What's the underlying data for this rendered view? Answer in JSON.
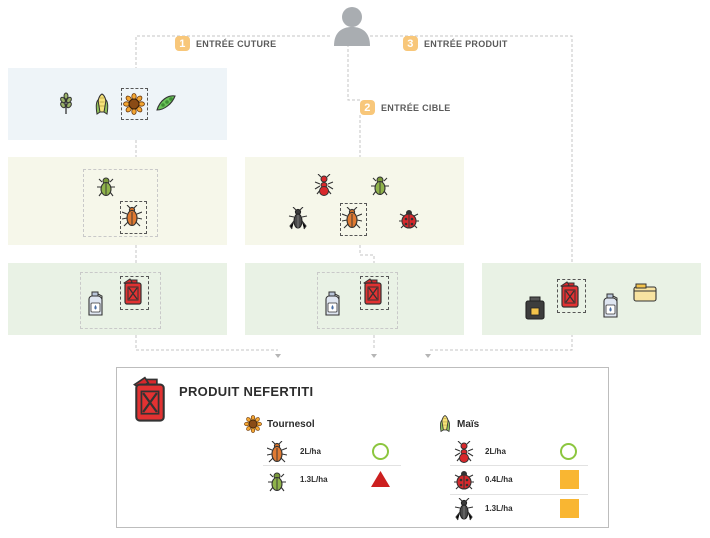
{
  "entries": {
    "crop": {
      "number": "1",
      "label": "ENTRÉE CUTURE"
    },
    "target": {
      "number": "2",
      "label": "ENTRÉE CIBLE"
    },
    "product": {
      "number": "3",
      "label": "ENTRÉE PRODUIT"
    }
  },
  "icons": {
    "user": "user-silhouette-icon",
    "crops": [
      "wheat-icon",
      "corn-icon",
      "sunflower-icon",
      "pea-pod-icon"
    ],
    "pests_crop_panel": [
      "green-beetle-icon",
      "brown-cockroach-icon"
    ],
    "pests_target_panel": [
      "red-ant-icon",
      "green-beetle-icon",
      "black-cricket-icon",
      "brown-cockroach-icon",
      "red-ladybug-icon"
    ],
    "products": [
      "detergent-bottle-icon",
      "red-jerrycan-icon",
      "dark-container-icon",
      "yellow-box-icon"
    ]
  },
  "result": {
    "title": "PRODUIT NEFERTITI",
    "crops": [
      {
        "name": "Tournesol",
        "rows": [
          {
            "pest": "brown-cockroach-icon",
            "dose": "2L/ha",
            "status": "circle",
            "color": "#8cc63f"
          },
          {
            "pest": "green-beetle-icon",
            "dose": "1.3L/ha",
            "status": "triangle",
            "color": "#cc1f1f"
          }
        ]
      },
      {
        "name": "Maïs",
        "rows": [
          {
            "pest": "red-ant-icon",
            "dose": "2L/ha",
            "status": "circle",
            "color": "#8cc63f"
          },
          {
            "pest": "red-ladybug-icon",
            "dose": "0.4L/ha",
            "status": "square",
            "color": "#f9b632"
          },
          {
            "pest": "black-cricket-icon",
            "dose": "1.3L/ha",
            "status": "square",
            "color": "#f9b632"
          }
        ]
      }
    ]
  }
}
